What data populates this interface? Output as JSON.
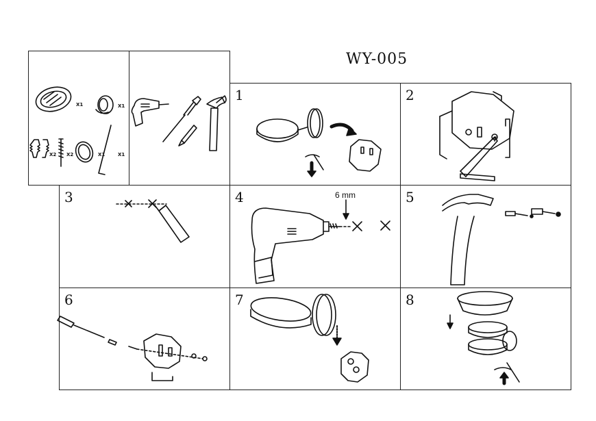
{
  "title": "WY-005",
  "parts": {
    "qty_soapdish": "X1",
    "qty_holder": "X1",
    "qty_anchor": "X2",
    "qty_screw": "X2",
    "qty_ring": "X1",
    "qty_key": "X1"
  },
  "steps": [
    {
      "number": "1"
    },
    {
      "number": "2"
    },
    {
      "number": "3"
    },
    {
      "number": "4",
      "note": "6 mm"
    },
    {
      "number": "5"
    },
    {
      "number": "6"
    },
    {
      "number": "7"
    },
    {
      "number": "8"
    }
  ]
}
